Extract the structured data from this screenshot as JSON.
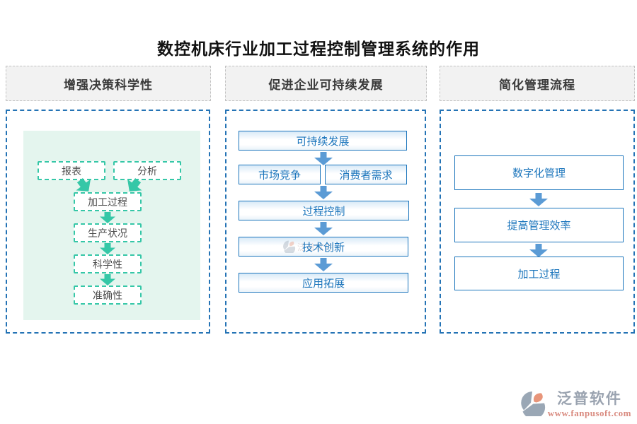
{
  "title": "数控机床行业加工过程控制管理系统的作用",
  "columns": [
    {
      "header": "增强决策科学性"
    },
    {
      "header": "促进企业可持续发展"
    },
    {
      "header": "简化管理流程"
    }
  ],
  "decision_flow": {
    "inputs": [
      "报表",
      "分析"
    ],
    "chain": [
      "加工过程",
      "生产状况",
      "科学性",
      "准确性"
    ]
  },
  "sustainability_flow": {
    "top": "可持续发展",
    "pair": [
      "市场竞争",
      "消费者需求"
    ],
    "chain": [
      "过程控制",
      "技术创新",
      "应用拓展"
    ]
  },
  "management_flow": {
    "chain": [
      "数字化管理",
      "提高管理效率",
      "加工过程"
    ]
  },
  "watermark": {
    "brand": "泛普软件"
  },
  "footer": {
    "brand": "泛普软件",
    "url": "www.fanpusoft.com"
  },
  "colors": {
    "teal": "#35c7a7",
    "teal_panel_bg": "#e4f5ee",
    "blue_border": "#1b75bc",
    "blue_arrow": "#5b9bd5",
    "panel_dash": "#2473b5",
    "header_bg": "#f2f2f2",
    "brand_gray": "#9aa3b0",
    "brand_salmon": "#d98b80"
  }
}
